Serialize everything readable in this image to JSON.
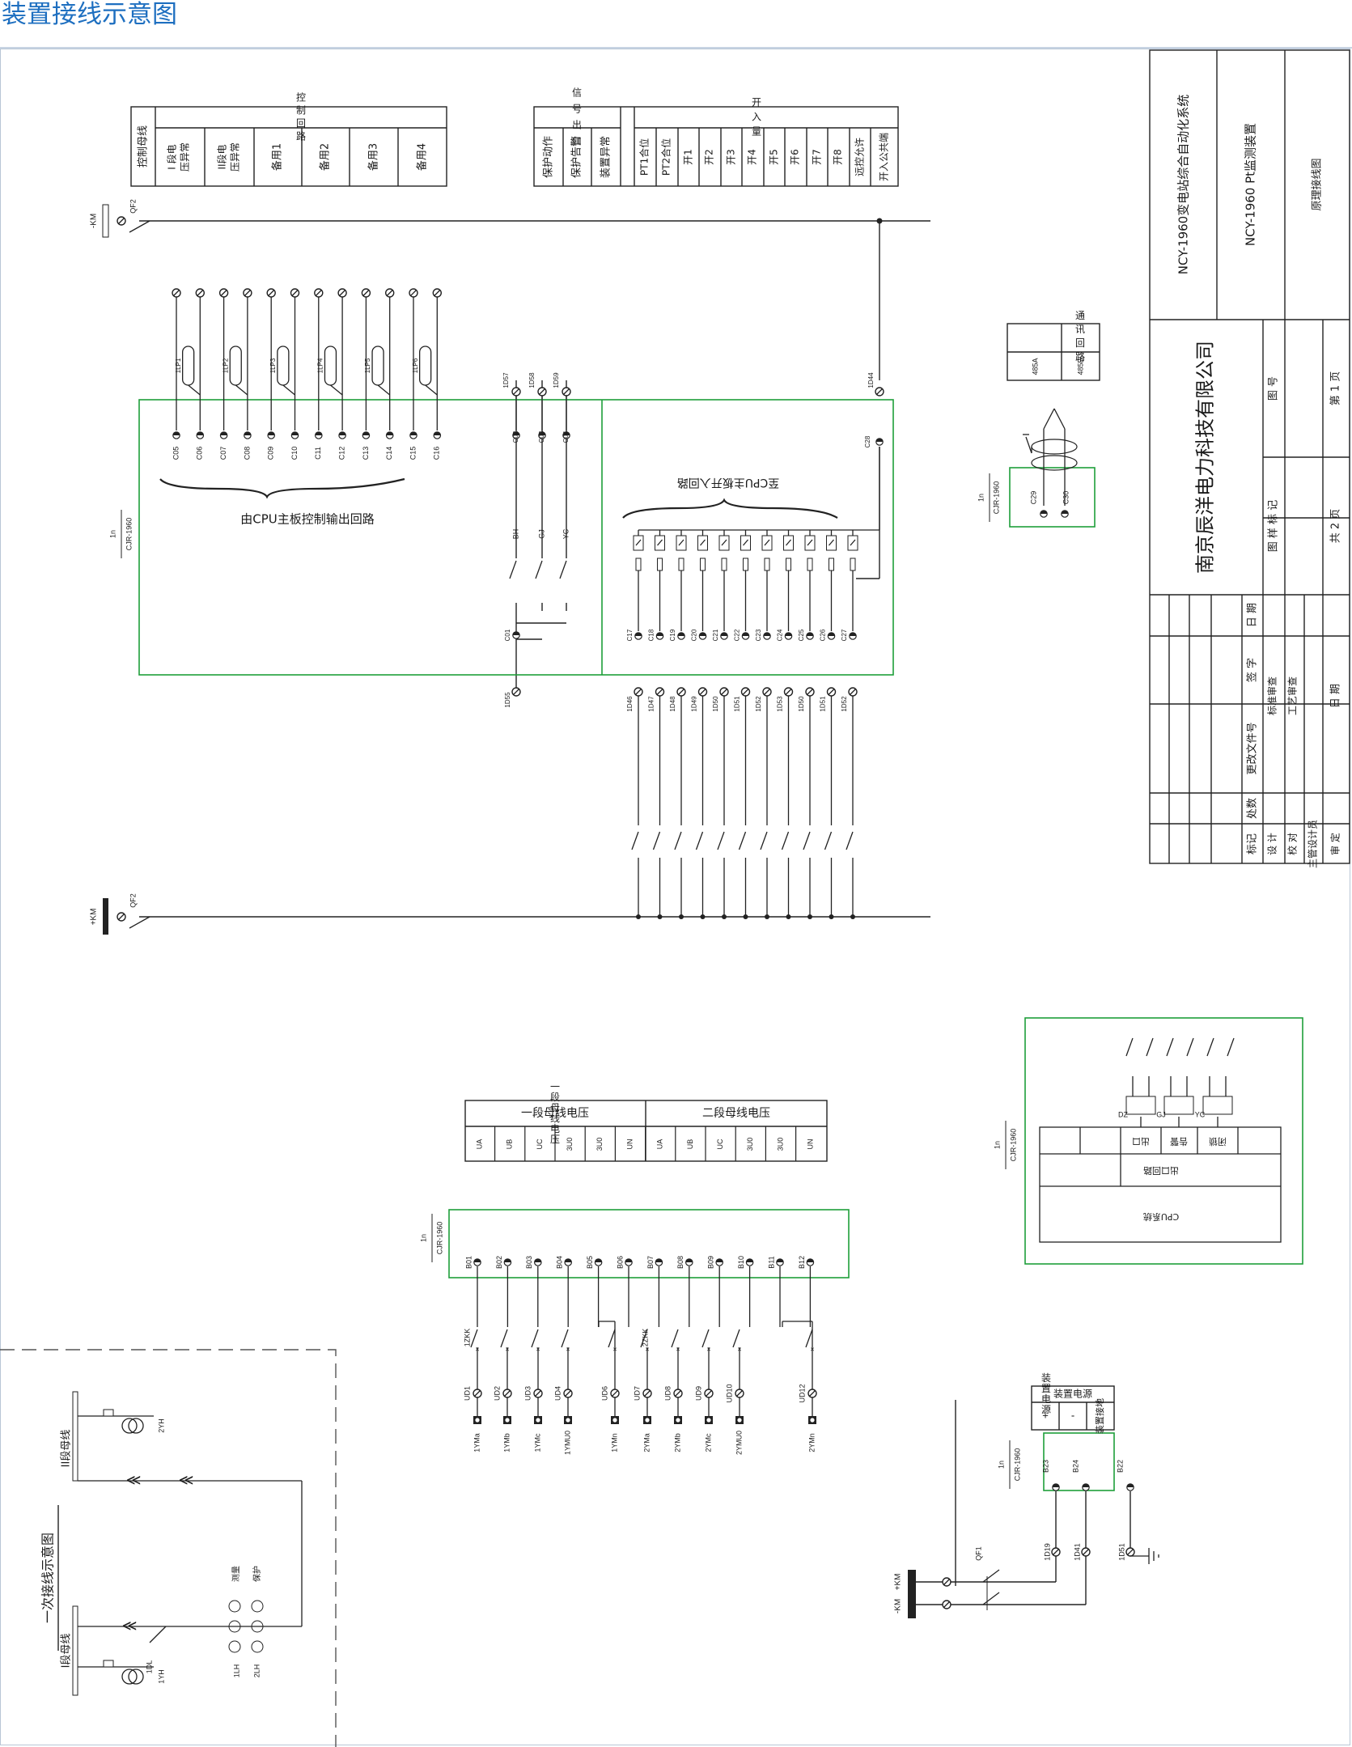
{
  "page_title": "装置接线示意图",
  "title_block": {
    "system": "NCY-1960变电站综合自动化系统",
    "device": "NCY-1960 Pt监测装置",
    "sheet_type": "原理接线图",
    "company": "南京辰洋电力科技有限公司",
    "drawing_no_label": "图 号",
    "sample_label": "图 样 标 记",
    "sheet_label": "第 1 页",
    "total_label": "共 2 页",
    "rev_cols": [
      "标记",
      "处数",
      "更改文件号",
      "签 字",
      "日 期"
    ],
    "sign_rows": [
      "设 计",
      "校 对",
      "主管设计员",
      "审 定"
    ],
    "check_labels": [
      "标准审查",
      "工艺审查",
      "日 期"
    ]
  },
  "control_table": {
    "group": "控制回路",
    "bus_label": "控制母线",
    "items": [
      "I 段电压异常",
      "II段电压异常",
      "备用1",
      "备用2",
      "备用3",
      "备用4"
    ]
  },
  "signal_table": {
    "group": "信号出口",
    "items": [
      "保护动作",
      "保护告警",
      "装置异常"
    ]
  },
  "input_table": {
    "group": "开入量",
    "items": [
      "PT1合位",
      "PT2合位",
      "开1",
      "开2",
      "开3",
      "开4",
      "开5",
      "开6",
      "开7",
      "开8",
      "远控允许",
      "开入公共端"
    ]
  },
  "comm": {
    "group": "通讯回路",
    "items": [
      "485A",
      "485B"
    ],
    "terms": [
      "C29",
      "C30"
    ]
  },
  "device_ref": {
    "id": "1n",
    "model": "CJR-1960"
  },
  "dc_bus": {
    "neg": "-KM",
    "pos": "+KM",
    "breaker": "QF2"
  },
  "outputs": {
    "lp": [
      "1LP1",
      "1LP2",
      "1LP3",
      "1LP4",
      "1LP5",
      "1LP6"
    ],
    "terms": [
      "C05",
      "C06",
      "C07",
      "C08",
      "C09",
      "C10",
      "C11",
      "C12",
      "C13",
      "C14",
      "C15",
      "C16"
    ],
    "caption": "由CPU主板控制输出回路"
  },
  "signals": {
    "top": [
      "1D57",
      "1D58",
      "1D59"
    ],
    "terms": [
      "C02",
      "C03",
      "C04"
    ],
    "relays": [
      "BH",
      "GJ",
      "YC"
    ],
    "com_term": "C01",
    "com_bottom": "1D55"
  },
  "inputs": {
    "caption": "至CPU主板开入回路",
    "common_top": "1D44",
    "common_term": "C28",
    "terms": [
      "C17",
      "C18",
      "C19",
      "C20",
      "C21",
      "C22",
      "C23",
      "C24",
      "C25",
      "C26",
      "C27"
    ],
    "bottoms": [
      "1D46",
      "1D47",
      "1D48",
      "1D49",
      "1D50",
      "1D51",
      "1D52",
      "1D53",
      "1D50",
      "1D51",
      "1D52"
    ]
  },
  "voltage_table": {
    "group1": "一段母线电压",
    "group2": "二段母线电压",
    "cols": [
      "UA",
      "UB",
      "UC",
      "3U0",
      "3U0",
      "UN",
      "UA",
      "UB",
      "UC",
      "3U0",
      "3U0",
      "UN"
    ]
  },
  "voltage": {
    "terms": [
      "B01",
      "B02",
      "B03",
      "B04",
      "B05",
      "B06",
      "B07",
      "B08",
      "B09",
      "B10",
      "B11",
      "B12"
    ],
    "switch1": "1ZKK",
    "switch2": "2ZKK",
    "ud": [
      "UD1",
      "UD2",
      "UD3",
      "UD4",
      "UD6",
      "UD7",
      "UD8",
      "UD9",
      "UD10",
      "UD12"
    ],
    "ym": [
      "1YMa",
      "1YMb",
      "1YMc",
      "1YMU0",
      "1YMn",
      "2YMa",
      "2YMb",
      "2YMc",
      "2YMU0",
      "2YMn"
    ]
  },
  "relay_box": {
    "relays": [
      "DZ",
      "GJ",
      "YC"
    ],
    "row": [
      "出口",
      "告警",
      "闭锁"
    ],
    "mid": "出口回路",
    "bottom": "CPU系统"
  },
  "power": {
    "group": "装置电源",
    "rows": [
      "+",
      "-",
      "装置接地"
    ],
    "terms": [
      "B23",
      "B24",
      "B22"
    ],
    "bottoms": [
      "1D19",
      "1D41",
      "1D51"
    ],
    "pos": "+KM",
    "neg": "-KM",
    "breaker": "QF1"
  },
  "primary": {
    "title": "一次接线示意图",
    "bus1": "I段母线",
    "bus2": "II段母线",
    "pt1": "1YH",
    "pt2": "2YH",
    "breaker": "1DL",
    "ct1": "1LH",
    "ct2": "2LH",
    "measure": "测量",
    "protect": "保护"
  }
}
